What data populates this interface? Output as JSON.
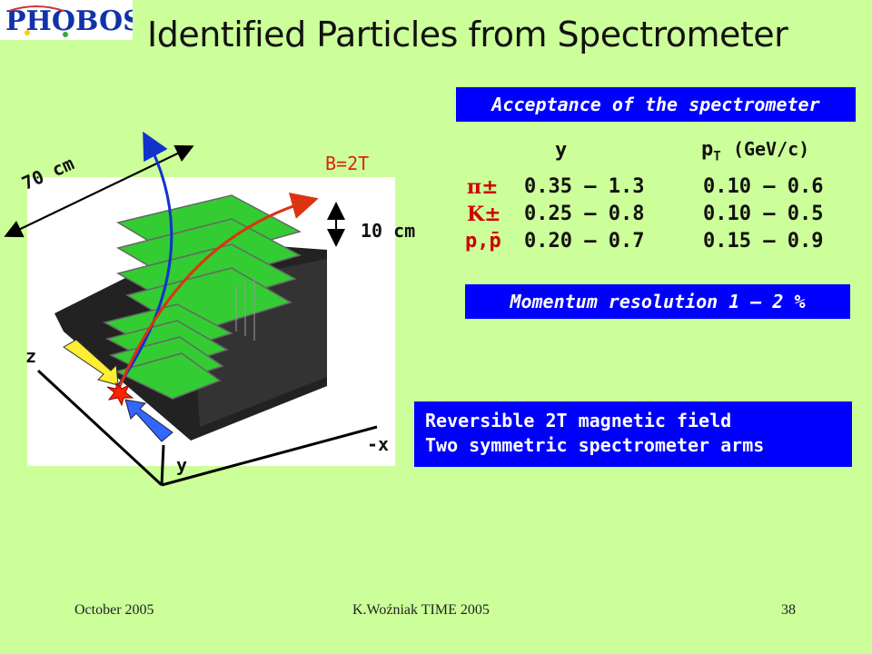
{
  "slide": {
    "title": "Identified Particles  from Spectrometer",
    "logo_text": "PHOBOS"
  },
  "diagram": {
    "label_70cm": "70 cm",
    "label_B": "B=2T",
    "label_10cm": "10 cm",
    "label_z": "z",
    "label_x": "-x",
    "label_y": "y"
  },
  "acceptance": {
    "heading": "Acceptance of the spectrometer",
    "col_y": "y",
    "col_pt_main": "p",
    "col_pt_sub": "T",
    "col_pt_unit": "(GeV/c)",
    "rows": [
      {
        "particle": "π±",
        "y": "0.35 – 1.3",
        "pt": "0.10 – 0.6"
      },
      {
        "particle": "K±",
        "y": "0.25 – 0.8",
        "pt": "0.10 – 0.5"
      },
      {
        "particle": "p,p̄",
        "y": "0.20 – 0.7",
        "pt": "0.15 – 0.9"
      }
    ]
  },
  "momentum": {
    "text": "Momentum resolution 1 – 2 %"
  },
  "field": {
    "line1": "Reversible 2T magnetic field",
    "line2": "Two symmetric spectrometer arms"
  },
  "footer": {
    "date": "October 2005",
    "author": "K.Woźniak TIME 2005",
    "page": "38"
  },
  "colors": {
    "background": "#ccff99",
    "box_blue": "#0000ff",
    "accent_red": "#cc0000",
    "detector_green": "#33cc33"
  }
}
